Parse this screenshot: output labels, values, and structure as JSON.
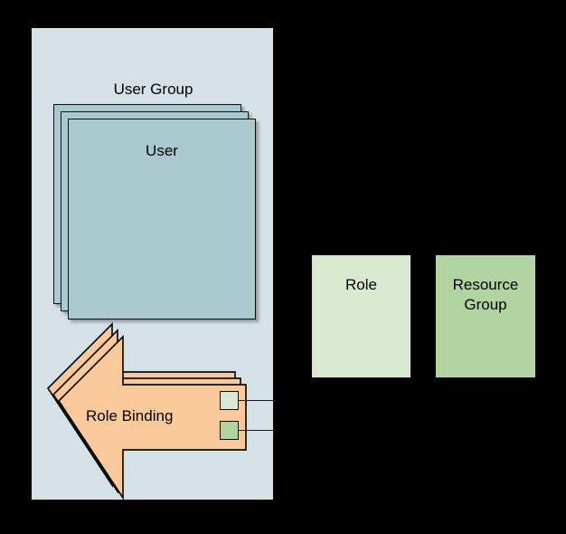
{
  "diagram": {
    "type": "rbac-access-control-diagram",
    "background_color": "#000000",
    "user_group": {
      "label": "User Group",
      "fill_color": "#d4e1e7",
      "user_card": {
        "label": "User",
        "fill_color": "#a9c9ce",
        "stack_count": 3
      },
      "role_binding": {
        "label": "Role Binding",
        "fill_color": "#f9c99b",
        "stack_count": 3,
        "shape": "left-pointing-arrow",
        "ports": [
          {
            "name": "role-port",
            "fill_color": "#d9e8d1"
          },
          {
            "name": "resource-group-port",
            "fill_color": "#b1d4a1"
          }
        ]
      }
    },
    "role": {
      "label": "Role",
      "fill_color": "#d9e8d1"
    },
    "resource_group": {
      "label": "Resource Group",
      "label_line1": "Resource",
      "label_line2": "Group",
      "fill_color": "#b1d4a1"
    },
    "connectors": [
      {
        "name": "role-binding-to-role",
        "from": "role-port",
        "to": "role"
      },
      {
        "name": "role-binding-to-resource-group",
        "from": "resource-group-port",
        "to": "resource_group"
      }
    ]
  }
}
